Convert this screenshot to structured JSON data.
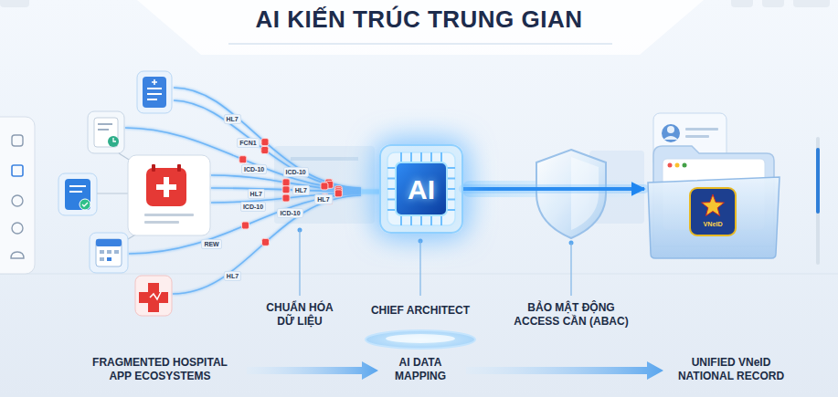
{
  "diagram": {
    "title": "AI KIẾN TRÚC TRUNG GIAN",
    "nodes": [
      {
        "text": [
          "AI"
        ]
      },
      {
        "text": [
          "VNeID"
        ]
      }
    ],
    "edges": [
      {
        "from": 0,
        "to": 1,
        "arrow": "to"
      }
    ],
    "labels": [
      "CHUẨN HÓA DỮ LIỆU",
      "CHIEF ARCHITECT",
      "BẢO MẬT ĐỘNG ACCESS CẦN (ABAC)",
      "FRAGMENTED HOSPITAL APP ECOSYSTEMS",
      "AI DATA MAPPING",
      "UNIFIED VNeID NATIONAL RECORD",
      "HL7",
      "ICD-10",
      "FCN1",
      "ICD-10",
      "HL7",
      "HL7",
      "ICD-10",
      "HL7",
      "REW",
      "ICD-10",
      "HL7"
    ]
  }
}
